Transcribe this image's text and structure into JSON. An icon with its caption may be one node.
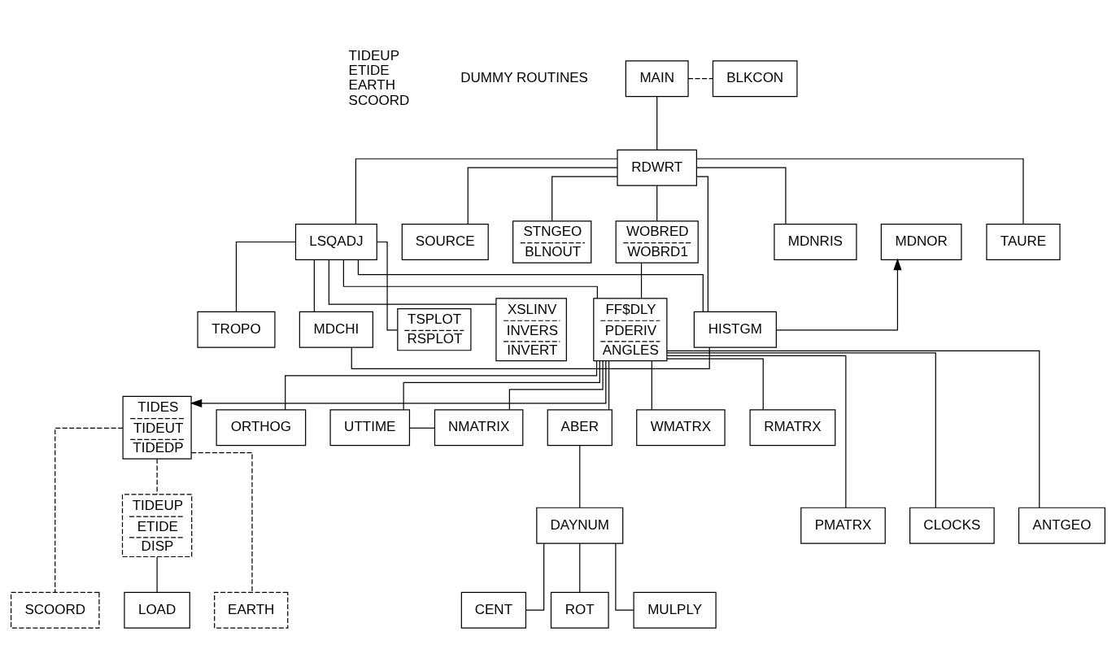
{
  "diagram": {
    "nodes": [
      {
        "text": [
          "MAIN"
        ]
      },
      {
        "text": [
          "BLKCON"
        ]
      },
      {
        "text": [
          "RDWRT"
        ]
      },
      {
        "text": [
          "MDNRIS"
        ]
      },
      {
        "text": [
          "TAURE"
        ]
      },
      {
        "text": [
          "MDNOR"
        ]
      },
      {
        "text": [
          "LSQADJ"
        ]
      },
      {
        "text": [
          "SOURCE"
        ]
      },
      {
        "text": [
          "STNGEO",
          "BLNOUT"
        ]
      },
      {
        "text": [
          "WOBRED",
          "WOBRD1"
        ]
      },
      {
        "text": [
          "MDCHI"
        ]
      },
      {
        "text": [
          "TSPLOT",
          "RSPLOT"
        ]
      },
      {
        "text": [
          "HISTGM"
        ]
      },
      {
        "text": [
          "XSLINV",
          "INVERS",
          "INVERT"
        ]
      },
      {
        "text": [
          "FF$DLY",
          "PDERIV",
          "ANGLES"
        ]
      },
      {
        "text": [
          "TROPO"
        ]
      },
      {
        "text": [
          "TIDES",
          "TIDEUT",
          "TIDEDP"
        ]
      },
      {
        "text": [
          "ORTHOG"
        ]
      },
      {
        "text": [
          "UTTIME"
        ]
      },
      {
        "text": [
          "NMATRIX"
        ]
      },
      {
        "text": [
          "ABER"
        ]
      },
      {
        "text": [
          "WMATRX"
        ]
      },
      {
        "text": [
          "RMATRX"
        ]
      },
      {
        "text": [
          "DAYNUM"
        ]
      },
      {
        "text": [
          "PMATRX"
        ]
      },
      {
        "text": [
          "CLOCKS"
        ]
      },
      {
        "text": [
          "TIDEUP",
          "ETIDE",
          "DISP"
        ]
      },
      {
        "text": [
          "ANTGEO"
        ]
      },
      {
        "text": [
          "LOAD"
        ]
      },
      {
        "text": [
          "EARTH"
        ]
      },
      {
        "text": [
          "SCOORD"
        ]
      },
      {
        "text": [
          "CENT"
        ]
      },
      {
        "text": [
          "ROT"
        ]
      },
      {
        "text": [
          "MULPLY"
        ]
      }
    ],
    "edges": [
      {
        "from": 0,
        "to": 1,
        "arrow": "none",
        "style": "dashed"
      },
      {
        "from": 0,
        "to": 2,
        "arrow": "none"
      },
      {
        "from": 2,
        "to": 3,
        "arrow": "none"
      },
      {
        "from": 2,
        "to": 4,
        "arrow": "none"
      },
      {
        "from": 2,
        "to": 6,
        "arrow": "none"
      },
      {
        "from": 2,
        "to": 7,
        "arrow": "none"
      },
      {
        "from": 2,
        "to": 8,
        "arrow": "none"
      },
      {
        "from": 2,
        "to": 9,
        "arrow": "none"
      },
      {
        "from": 2,
        "to": 12,
        "arrow": "none"
      },
      {
        "from": 6,
        "to": 10,
        "arrow": "none"
      },
      {
        "from": 6,
        "to": 11,
        "arrow": "none"
      },
      {
        "from": 6,
        "to": 12,
        "arrow": "none"
      },
      {
        "from": 6,
        "to": 13,
        "arrow": "none"
      },
      {
        "from": 6,
        "to": 14,
        "arrow": "none"
      },
      {
        "from": 6,
        "to": 15,
        "arrow": "none"
      },
      {
        "from": 12,
        "to": 5,
        "arrow": "to"
      },
      {
        "from": 10,
        "to": 12,
        "arrow": "none"
      },
      {
        "from": 14,
        "to": 16,
        "arrow": "to"
      },
      {
        "from": 14,
        "to": 17,
        "arrow": "none"
      },
      {
        "from": 14,
        "to": 18,
        "arrow": "none"
      },
      {
        "from": 18,
        "to": 19,
        "arrow": "none"
      },
      {
        "from": 14,
        "to": 19,
        "arrow": "none"
      },
      {
        "from": 14,
        "to": 20,
        "arrow": "none"
      },
      {
        "from": 14,
        "to": 21,
        "arrow": "none"
      },
      {
        "from": 14,
        "to": 22,
        "arrow": "none"
      },
      {
        "from": 14,
        "to": 9,
        "arrow": "none"
      },
      {
        "from": 14,
        "to": 24,
        "arrow": "none"
      },
      {
        "from": 14,
        "to": 25,
        "arrow": "none"
      },
      {
        "from": 14,
        "to": 27,
        "arrow": "none"
      },
      {
        "from": 20,
        "to": 23,
        "arrow": "none"
      },
      {
        "from": 23,
        "to": 31,
        "arrow": "none"
      },
      {
        "from": 23,
        "to": 32,
        "arrow": "none"
      },
      {
        "from": 23,
        "to": 33,
        "arrow": "none"
      },
      {
        "from": 16,
        "to": 26,
        "arrow": "none",
        "style": "dashed"
      },
      {
        "from": 16,
        "to": 29,
        "arrow": "none",
        "style": "dashed"
      },
      {
        "from": 16,
        "to": 30,
        "arrow": "none",
        "style": "dashed"
      },
      {
        "from": 26,
        "to": 28,
        "arrow": "none"
      }
    ],
    "labels": [
      "TIDEUP",
      "ETIDE",
      "EARTH",
      "SCOORD",
      "DUMMY ROUTINES"
    ]
  }
}
